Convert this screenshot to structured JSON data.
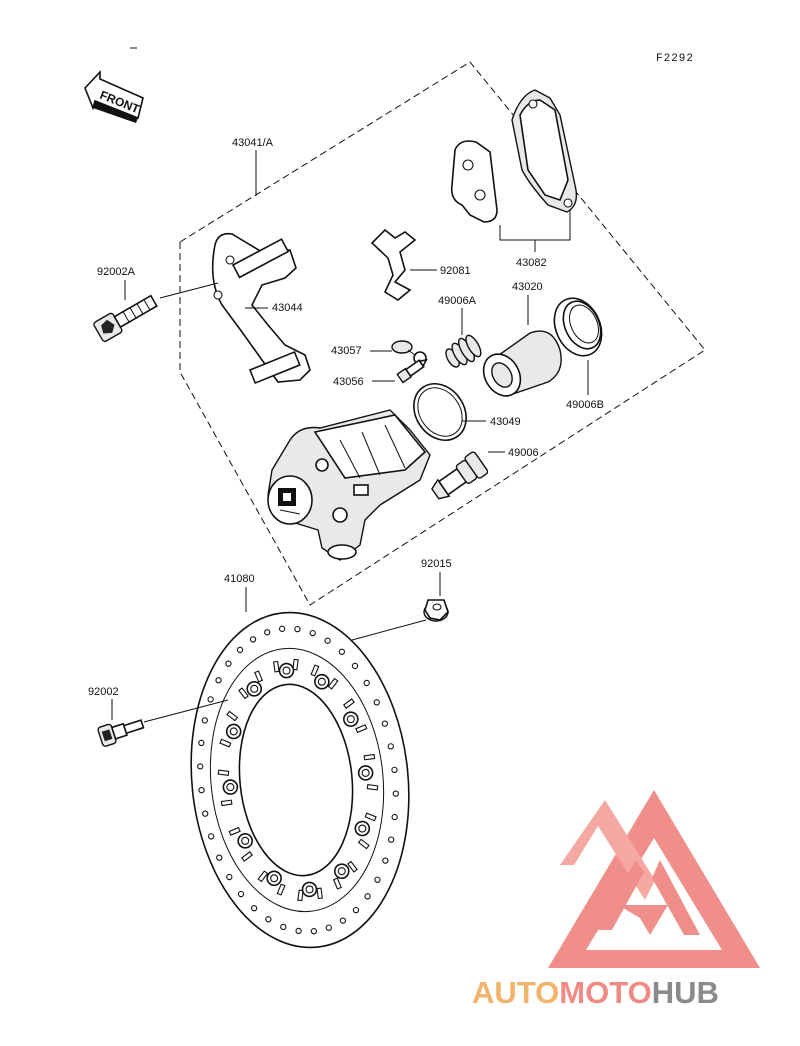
{
  "diagram": {
    "figure_code": "F2292",
    "front_label": "FRONT",
    "parts": {
      "p43041A": "43041/A",
      "p92002A": "92002A",
      "p43044": "43044",
      "p92081": "92081",
      "p43082": "43082",
      "p49006A": "49006A",
      "p43020": "43020",
      "p43057": "43057",
      "p43056": "43056",
      "p49006B": "49006B",
      "p43049": "43049",
      "p49006": "49006",
      "p92015": "92015",
      "p41080": "41080",
      "p92002": "92002"
    }
  },
  "watermark": {
    "brand_part1": "AUTO",
    "brand_part2": "MOTO",
    "brand_part3": "HUB",
    "color_orange": "#f2b36a",
    "color_red": "#f08a84",
    "color_gray": "#8a8a8a"
  }
}
